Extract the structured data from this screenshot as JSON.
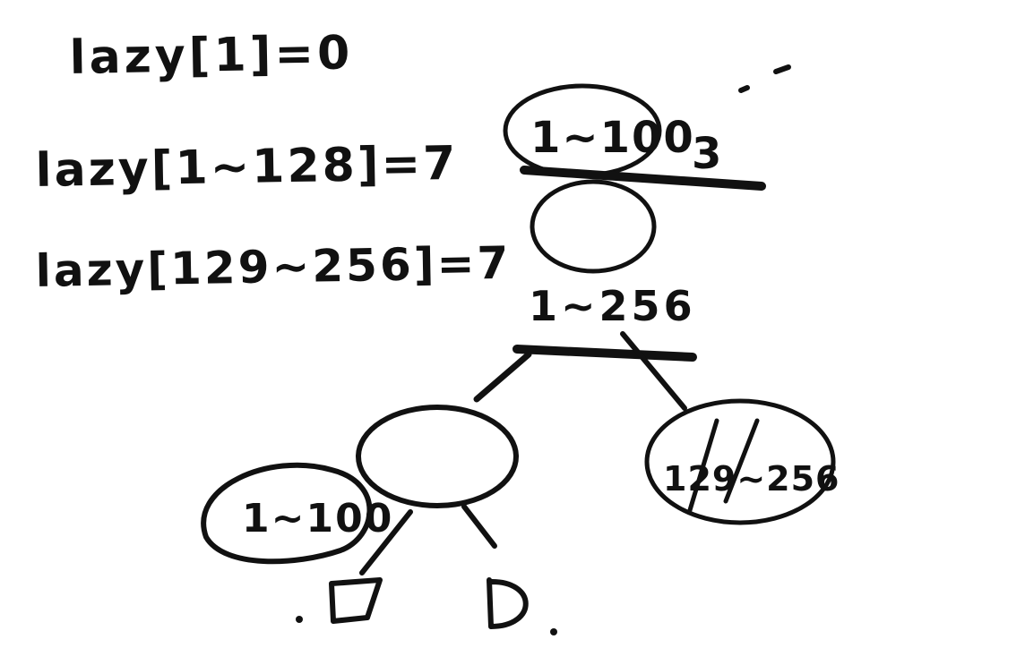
{
  "notes": {
    "line1": "lazy[1]=0",
    "line2": "lazy[1~128]=7",
    "line3": "lazy[129~256]=7"
  },
  "tree": {
    "root_label": "1~100",
    "root_extra": "3",
    "second_range": "1~256",
    "left_leaf_label": "1~100",
    "right_leaf_label": "129~256"
  },
  "colors": {
    "ink": "#111111",
    "background": "#ffffff"
  }
}
